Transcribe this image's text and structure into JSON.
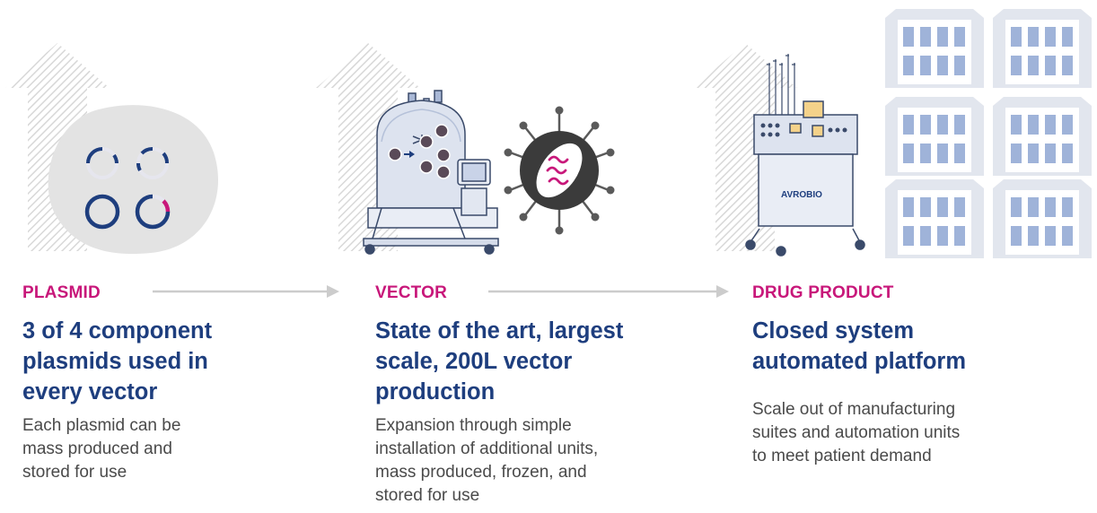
{
  "colors": {
    "accent": "#c8177a",
    "title": "#1e3e7e",
    "body": "#4a4a4a",
    "line": "#cccccc",
    "illustration": "#dde3ef"
  },
  "steps": [
    {
      "label": "PLASMID",
      "title_lines": [
        "3 of 4 component",
        "plasmids used in",
        "every vector"
      ],
      "desc_lines": [
        "Each plasmid can be",
        "mass produced and",
        "stored for use"
      ]
    },
    {
      "label": "VECTOR",
      "title_lines": [
        "State of the art, largest",
        "scale, 200L vector",
        "production"
      ],
      "desc_lines": [
        "Expansion through simple",
        "installation of additional units,",
        "mass produced, frozen, and",
        "stored for use"
      ]
    },
    {
      "label": "DRUG PRODUCT",
      "title_lines": [
        "Closed system",
        "automated platform"
      ],
      "desc_lines": [
        "Scale out of manufacturing",
        "suites and automation units",
        "to meet patient demand"
      ]
    }
  ],
  "illustrations": {
    "plasmid": "plasmid-rings",
    "vector": "bioreactor-and-virus",
    "drug": "automation-unit-and-suites",
    "logo_text": "AVROBIO"
  }
}
